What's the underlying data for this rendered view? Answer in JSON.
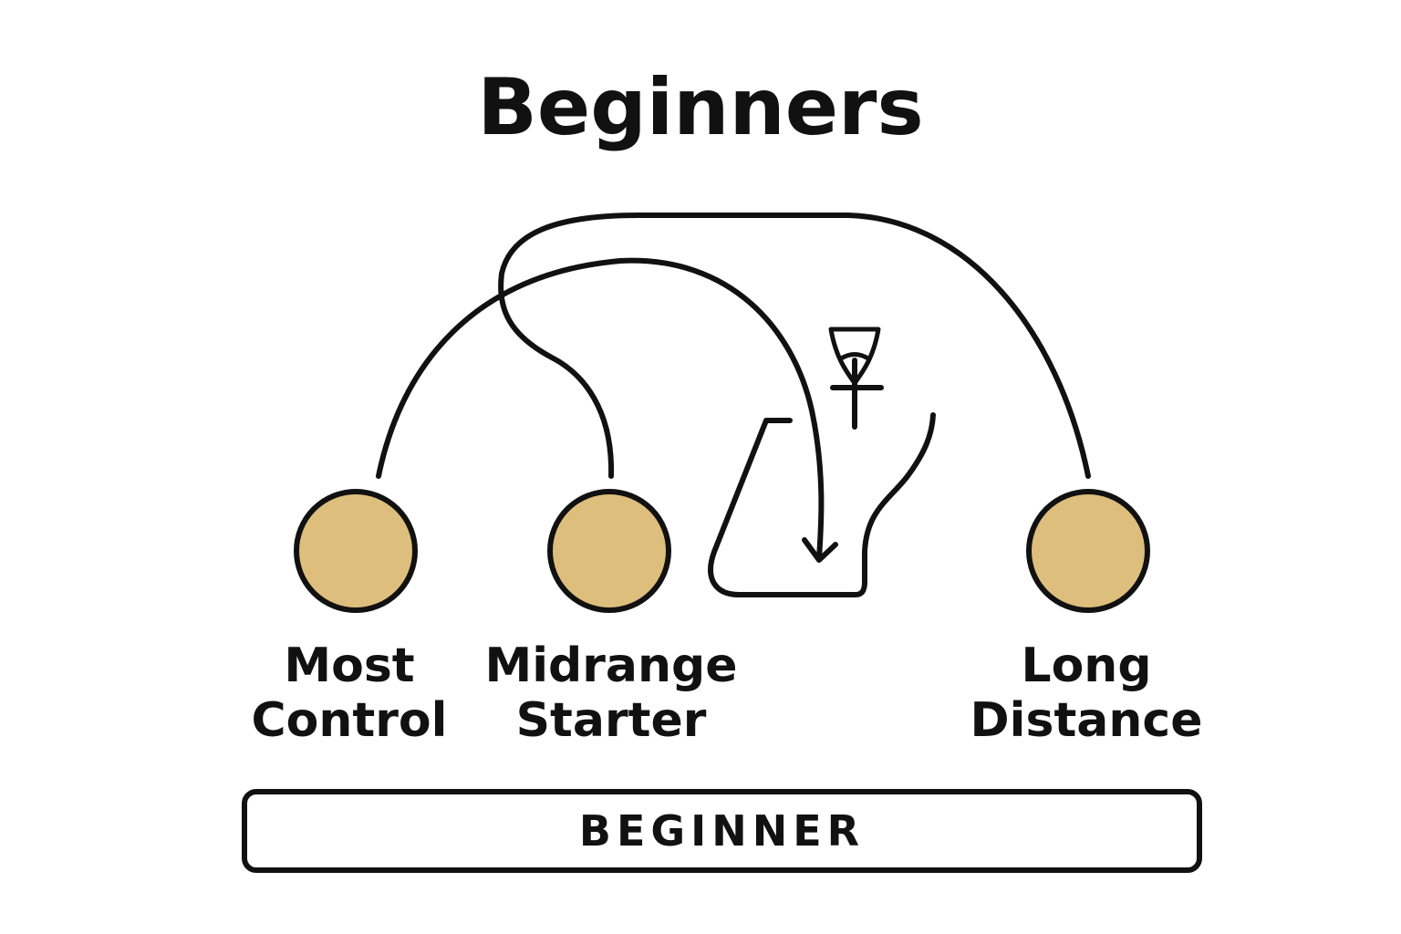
{
  "title": "Beginners",
  "discs": [
    {
      "label_line1": "Most",
      "label_line2": "Control"
    },
    {
      "label_line1": "Midrange",
      "label_line2": "Starter"
    },
    {
      "label_line1": "Long",
      "label_line2": "Distance"
    }
  ],
  "level_label": "BEGINNER",
  "colors": {
    "disc_fill": "#DDBE7C",
    "stroke": "#111111"
  },
  "icons": [
    "basket-icon",
    "fairway-obstacle-icon",
    "arrow-head-icon"
  ]
}
